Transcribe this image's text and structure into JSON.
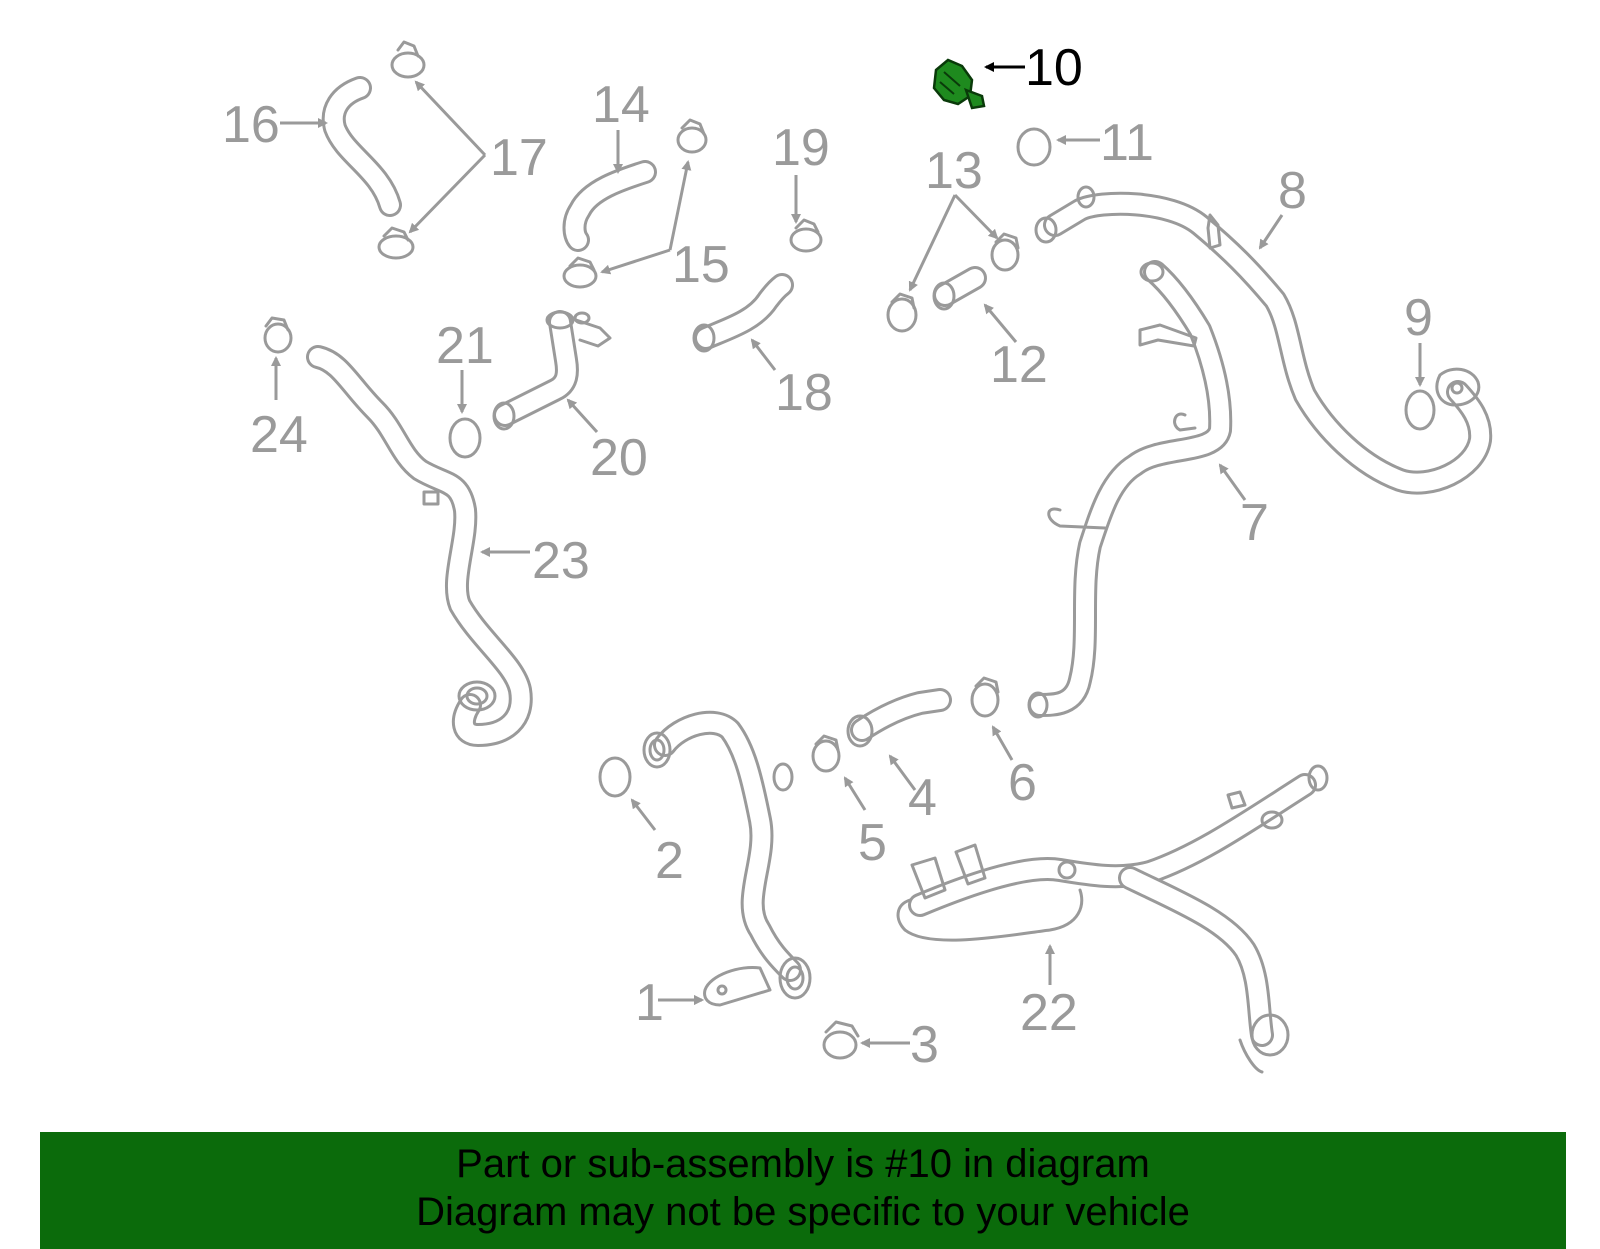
{
  "diagram": {
    "callouts": [
      "1",
      "2",
      "3",
      "4",
      "5",
      "6",
      "7",
      "8",
      "9",
      "10",
      "11",
      "12",
      "13",
      "14",
      "15",
      "16",
      "17",
      "18",
      "19",
      "20",
      "21",
      "22",
      "23",
      "24"
    ],
    "highlighted_part": "10",
    "colors": {
      "part_stroke": "#9a9a9a",
      "highlight_fill": "#1e8a1e",
      "banner_bg": "#0b6b0b",
      "text_dark": "#000000"
    }
  },
  "banner": {
    "line1": "Part or sub-assembly is #10 in diagram",
    "line2": "Diagram may not be specific to your vehicle"
  }
}
